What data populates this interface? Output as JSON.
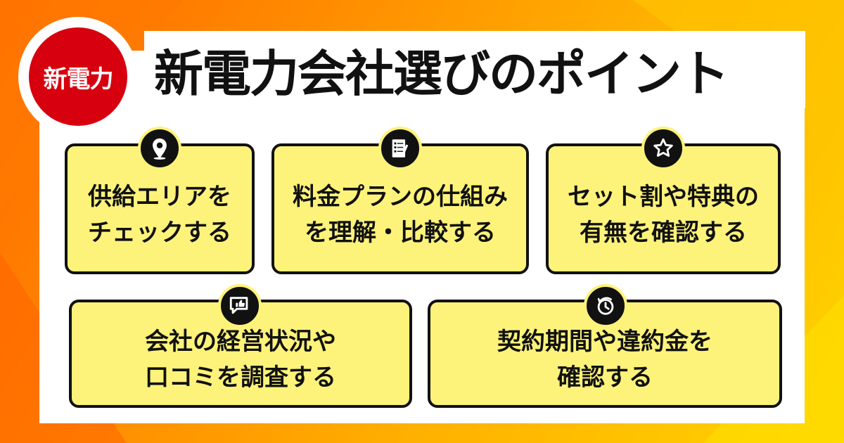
{
  "badge": {
    "label": "新電力"
  },
  "title": "新電力会社選びのポイント",
  "colors": {
    "badge_red": "#d7000f",
    "card_yellow": "#fdf37a",
    "border_black": "#111111",
    "bg_orange": "#ff8c00",
    "bg_yellow": "#ffd400"
  },
  "cards": [
    {
      "text": "供給エリアを\nチェックする",
      "icon": "location-pin-icon"
    },
    {
      "text": "料金プランの仕組み\nを理解・比較する",
      "icon": "checklist-document-icon"
    },
    {
      "text": "セット割や特典の\n有無を確認する",
      "icon": "star-icon"
    },
    {
      "text": "会社の経営状況や\n口コミを調査する",
      "icon": "thumbs-up-speech-icon"
    },
    {
      "text": "契約期間や違約金を\n確認する",
      "icon": "clock-refresh-icon"
    }
  ]
}
